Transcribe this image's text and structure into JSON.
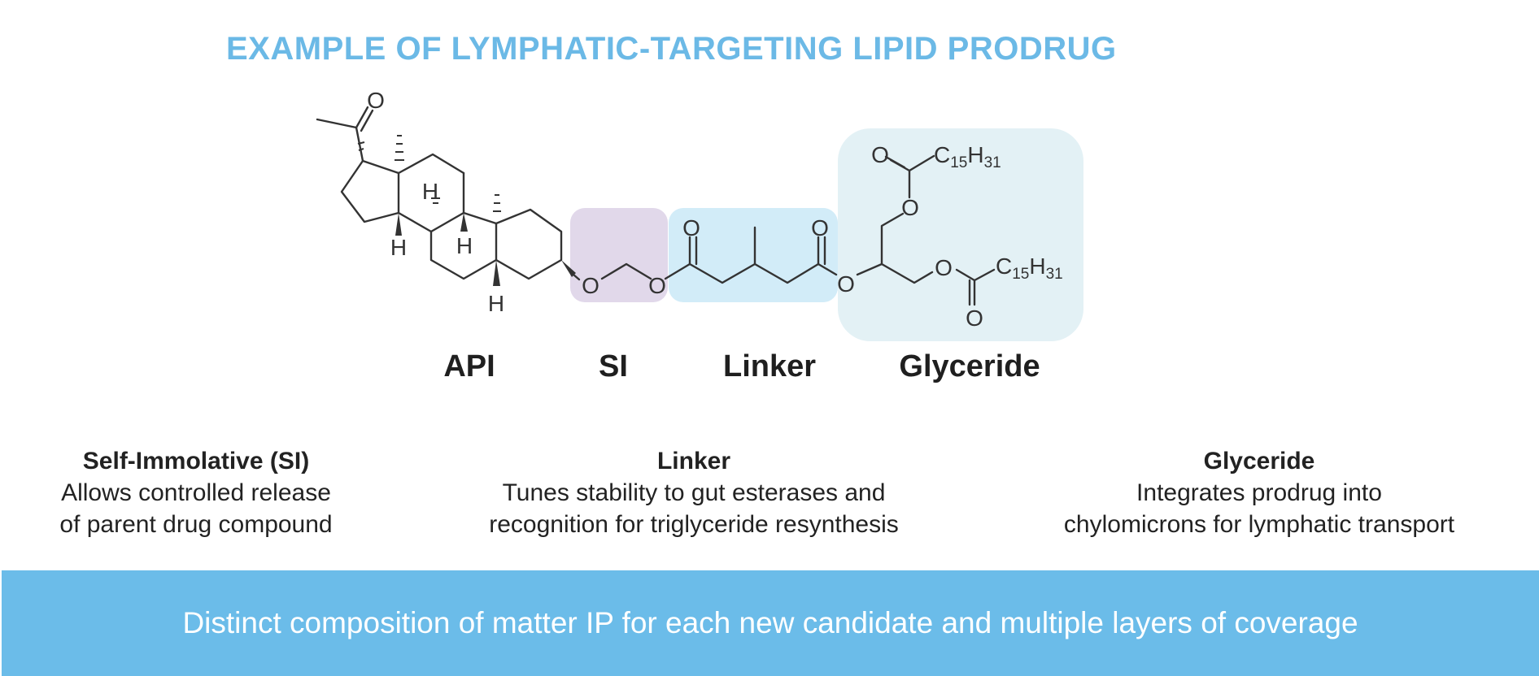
{
  "title": "EXAMPLE OF LYMPHATIC-TARGETING LIPID PRODRUG",
  "colors": {
    "title": "#6bb9e6",
    "banner": "#6bbce9",
    "si_box": "#e1d8ea",
    "linker_box": "#d2ecf8",
    "glyceride_box": "#e3f1f5",
    "bond": "#333333"
  },
  "molecule": {
    "atoms": {
      "oxygen": "O",
      "hydrogen": "H",
      "chain_c": "C",
      "chain_c_count": "15",
      "chain_h": "H",
      "chain_h_count": "31"
    }
  },
  "segments": [
    {
      "label": "API"
    },
    {
      "label": "SI"
    },
    {
      "label": "Linker"
    },
    {
      "label": "Glyceride"
    }
  ],
  "descriptions": [
    {
      "heading": "Self-Immolative (SI)",
      "line1": "Allows controlled release",
      "line2": "of parent drug compound"
    },
    {
      "heading": "Linker",
      "line1": "Tunes stability to gut esterases and",
      "line2": "recognition for triglyceride resynthesis"
    },
    {
      "heading": "Glyceride",
      "line1": "Integrates prodrug into",
      "line2": "chylomicrons for lymphatic transport"
    }
  ],
  "banner": {
    "text": "Distinct composition of matter IP for each new candidate and multiple layers of coverage"
  }
}
